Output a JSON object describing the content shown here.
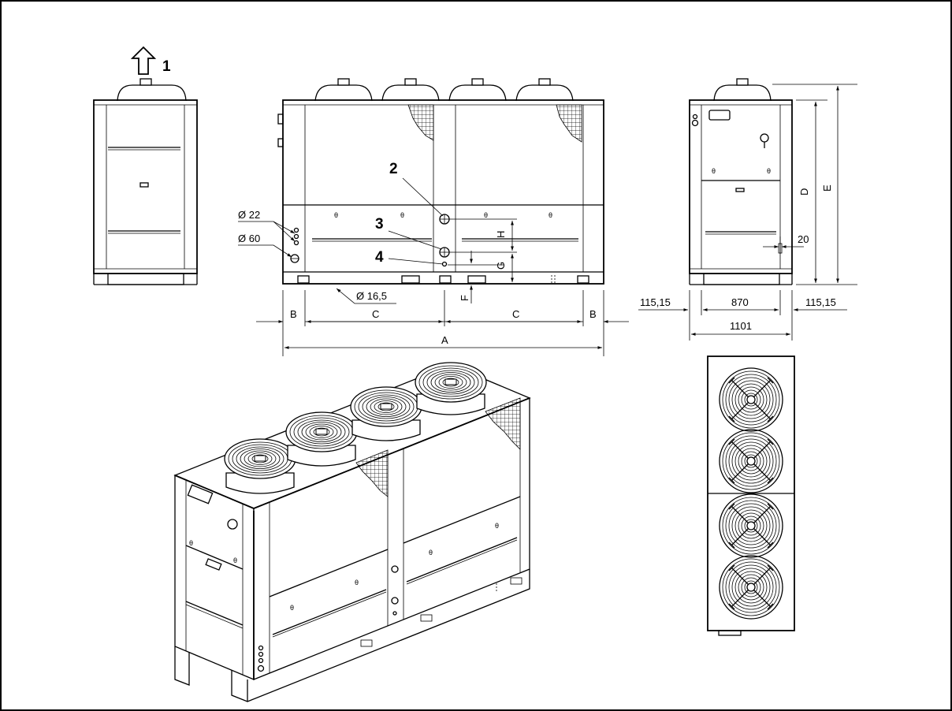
{
  "callouts": {
    "outlet": "1",
    "c2": "2",
    "c3": "3",
    "c4": "4"
  },
  "pipes": {
    "d22": "Ø 22",
    "d60": "Ø 60",
    "d165": "Ø 16,5"
  },
  "dims": {
    "A": "A",
    "B": "B",
    "C": "C",
    "D": "D",
    "E": "E",
    "F": "F",
    "G": "G",
    "H": "H",
    "side_offset": "115,15",
    "mid_width": "870",
    "total_width": "1101",
    "edge": "20"
  },
  "symbols": {
    "theta": "θ"
  }
}
